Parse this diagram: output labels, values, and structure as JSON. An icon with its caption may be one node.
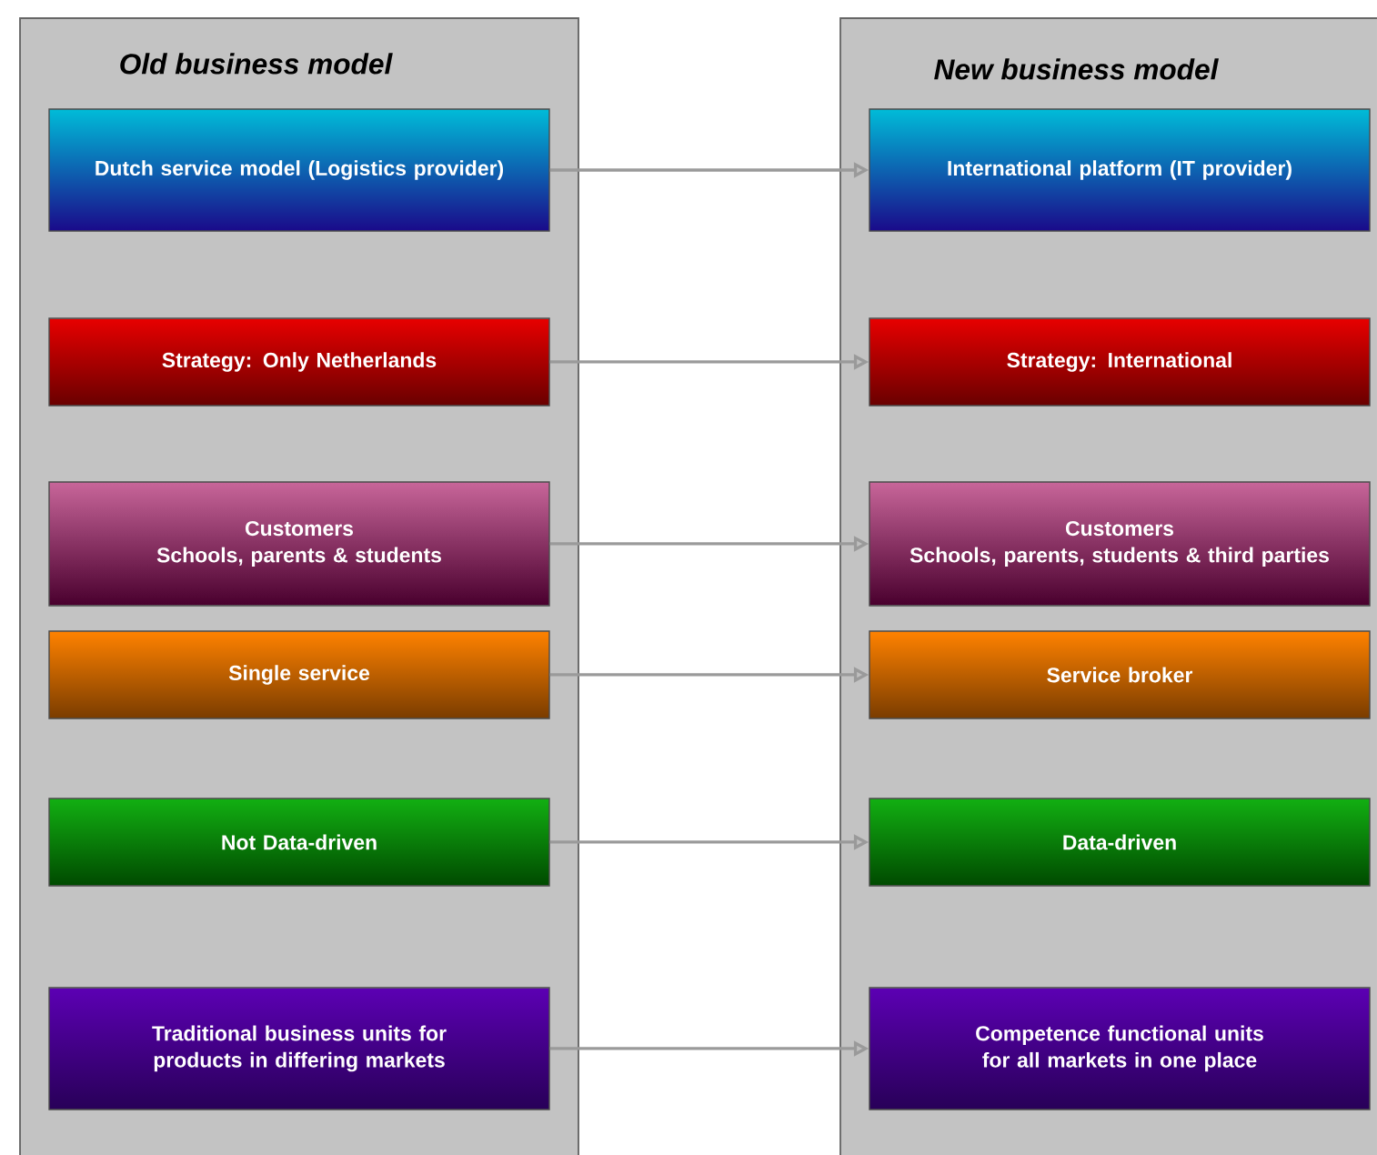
{
  "diagram": {
    "nodes": [
      {
        "text": [
          "Old business model"
        ]
      },
      {
        "text": [
          "Dutch service model (Logistics provider)"
        ],
        "in": 0
      },
      {
        "text": [
          "Strategy: Only Netherlands"
        ],
        "in": 0
      },
      {
        "text": [
          "Customers",
          "Schools, parents & students"
        ],
        "in": 0
      },
      {
        "text": [
          "Single service"
        ],
        "in": 0
      },
      {
        "text": [
          "Not Data-driven"
        ],
        "in": 0
      },
      {
        "text": [
          "Traditional business units for products in differing markets"
        ],
        "in": 0
      },
      {
        "text": [
          "New business model"
        ]
      },
      {
        "text": [
          "International platform (IT provider)"
        ],
        "in": 7
      },
      {
        "text": [
          "Strategy: International"
        ],
        "in": 7
      },
      {
        "text": [
          "Customers",
          "Schools, parents, students & third parties"
        ],
        "in": 7
      },
      {
        "text": [
          "Service broker"
        ],
        "in": 7
      },
      {
        "text": [
          "Data-driven"
        ],
        "in": 7
      },
      {
        "text": [
          "Competence functional units for all markets in one place"
        ],
        "in": 7
      }
    ],
    "edges": [
      {
        "from": 1,
        "to": 8,
        "arrow": "to"
      },
      {
        "from": 2,
        "to": 9,
        "arrow": "to"
      },
      {
        "from": 3,
        "to": 10,
        "arrow": "to"
      },
      {
        "from": 4,
        "to": 11,
        "arrow": "to"
      },
      {
        "from": 5,
        "to": 12,
        "arrow": "to"
      },
      {
        "from": 6,
        "to": 13,
        "arrow": "to"
      }
    ]
  }
}
